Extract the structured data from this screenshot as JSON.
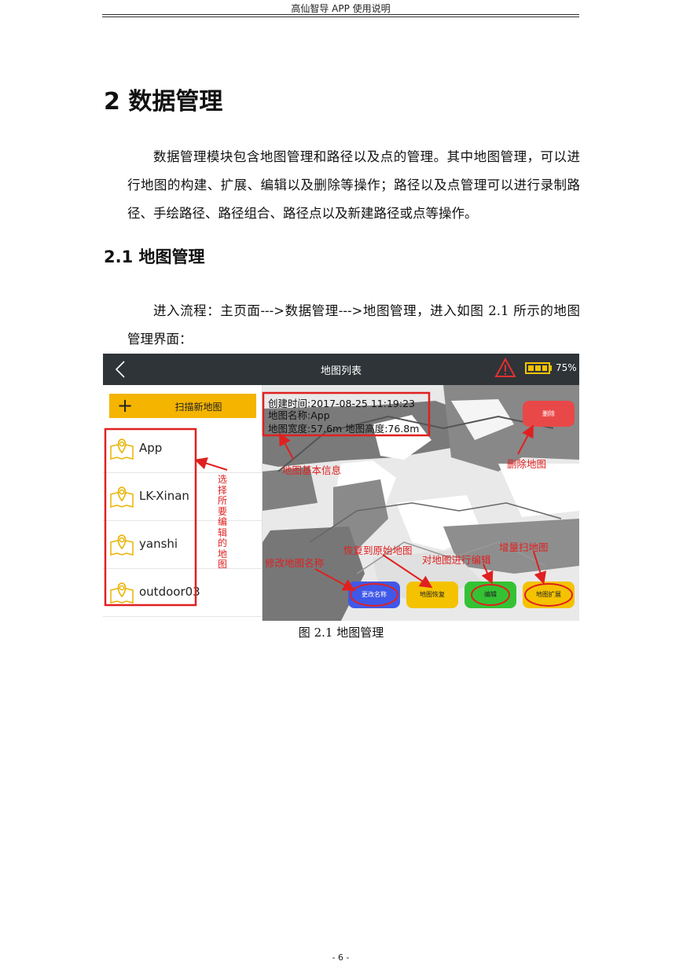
{
  "header": {
    "running_title": "高仙智导 APP 使用说明"
  },
  "section": {
    "title": "2 数据管理",
    "intro": "数据管理模块包含地图管理和路径以及点的管理。其中地图管理，可以进行地图的构建、扩展、编辑以及删除等操作；路径以及点管理可以进行录制路径、手绘路径、路径组合、路径点以及新建路径或点等操作。"
  },
  "subsection": {
    "title": "2.1 地图管理",
    "text": "进入流程：主页面--->数据管理--->地图管理，进入如图 2.1 所示的地图管理界面："
  },
  "figure": {
    "caption": "图 2.1  地图管理",
    "app": {
      "title": "地图列表",
      "battery": "75%",
      "scan_button": "扫描新地图",
      "maps": [
        "App",
        "LK-Xinan",
        "yanshi",
        "outdoor03"
      ],
      "info": {
        "created": "创建时间:2017-08-25 11:19:23",
        "name": "地图名称:App",
        "size": "地图宽度:57.6m  地图高度:76.8m"
      },
      "buttons": {
        "delete": "删除",
        "rename": "更改名称",
        "restore": "地图恢复",
        "edit": "编辑",
        "extend": "地图扩展"
      }
    },
    "annotations": {
      "select_map": "选择所要编辑的地图",
      "basic_info": "地图基本信息",
      "delete_map": "删除地图",
      "rename_map": "修改地图名称",
      "restore_map": "恢复到原始地图",
      "edit_map": "对地图进行编辑",
      "extend_map": "增量扫地图"
    },
    "colors": {
      "annotation": "#e02020",
      "topbar": "#2f3438",
      "accent_yellow": "#f4b400",
      "delete_red": "#e94848",
      "rename_blue": "#4058e8",
      "edit_green": "#34c234"
    }
  },
  "footer": {
    "page_number": "- 6 -"
  }
}
